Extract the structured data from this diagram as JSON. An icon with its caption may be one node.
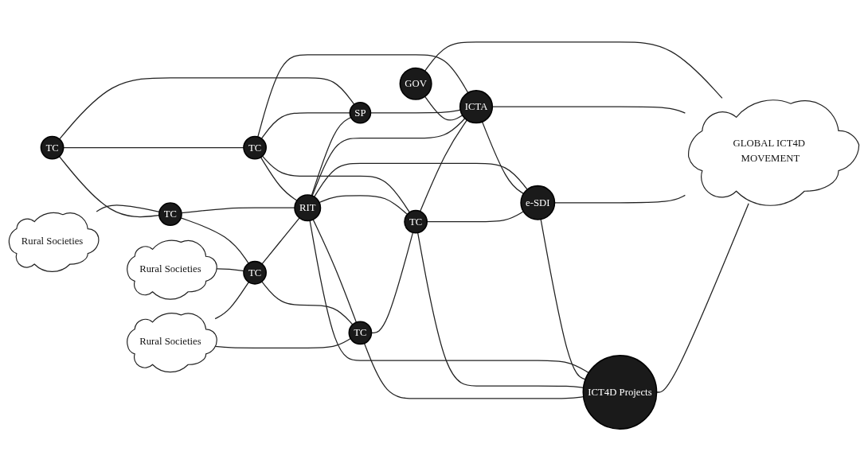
{
  "diagram": {
    "nodes": [
      {
        "text": [
          "Rural Societies"
        ]
      },
      {
        "text": [
          "TC"
        ]
      },
      {
        "text": [
          "SP"
        ]
      },
      {
        "text": [
          "TC"
        ]
      },
      {
        "text": [
          "TC"
        ]
      },
      {
        "text": [
          "GOV"
        ]
      },
      {
        "text": [
          "RIT"
        ]
      },
      {
        "text": [
          "ICTA"
        ]
      },
      {
        "text": [
          "Rural Societies"
        ]
      },
      {
        "text": [
          "TC"
        ]
      },
      {
        "text": [
          "GLOBAL ICT4D MOVEMENT"
        ]
      },
      {
        "text": [
          "e-SDI"
        ]
      },
      {
        "text": [
          "TC"
        ]
      },
      {
        "text": [
          "Rural Societies"
        ]
      },
      {
        "text": [
          "TC"
        ]
      },
      {
        "text": [
          "ICT4D Projects"
        ]
      }
    ],
    "edges": [
      {
        "from": 0,
        "to": 4,
        "arrow": "none"
      },
      {
        "from": 1,
        "to": 4,
        "arrow": "none"
      },
      {
        "from": 1,
        "to": 3,
        "arrow": "none"
      },
      {
        "from": 1,
        "to": 2,
        "arrow": "none"
      },
      {
        "from": 3,
        "to": 2,
        "arrow": "none"
      },
      {
        "from": 3,
        "to": 6,
        "arrow": "none"
      },
      {
        "from": 3,
        "to": 12,
        "arrow": "none"
      },
      {
        "from": 3,
        "to": 7,
        "arrow": "none"
      },
      {
        "from": 6,
        "to": 2,
        "arrow": "none"
      },
      {
        "from": 2,
        "to": 7,
        "arrow": "none"
      },
      {
        "from": 4,
        "to": 9,
        "arrow": "none"
      },
      {
        "from": 4,
        "to": 6,
        "arrow": "none"
      },
      {
        "from": 5,
        "to": 7,
        "arrow": "none"
      },
      {
        "from": 5,
        "to": 10,
        "arrow": "none"
      },
      {
        "from": 6,
        "to": 7,
        "arrow": "none"
      },
      {
        "from": 9,
        "to": 6,
        "arrow": "none"
      },
      {
        "from": 6,
        "to": 14,
        "arrow": "none"
      },
      {
        "from": 6,
        "to": 12,
        "arrow": "none"
      },
      {
        "from": 6,
        "to": 11,
        "arrow": "none"
      },
      {
        "from": 6,
        "to": 15,
        "arrow": "none"
      },
      {
        "from": 7,
        "to": 10,
        "arrow": "none"
      },
      {
        "from": 7,
        "to": 11,
        "arrow": "none"
      },
      {
        "from": 12,
        "to": 7,
        "arrow": "none"
      },
      {
        "from": 8,
        "to": 9,
        "arrow": "none"
      },
      {
        "from": 13,
        "to": 9,
        "arrow": "none"
      },
      {
        "from": 9,
        "to": 14,
        "arrow": "none"
      },
      {
        "from": 11,
        "to": 10,
        "arrow": "none"
      },
      {
        "from": 12,
        "to": 11,
        "arrow": "none"
      },
      {
        "from": 11,
        "to": 15,
        "arrow": "none"
      },
      {
        "from": 12,
        "to": 15,
        "arrow": "none"
      },
      {
        "from": 14,
        "to": 12,
        "arrow": "none"
      },
      {
        "from": 13,
        "to": 14,
        "arrow": "none"
      },
      {
        "from": 14,
        "to": 15,
        "arrow": "none"
      },
      {
        "from": 15,
        "to": 10,
        "arrow": "none"
      }
    ]
  }
}
